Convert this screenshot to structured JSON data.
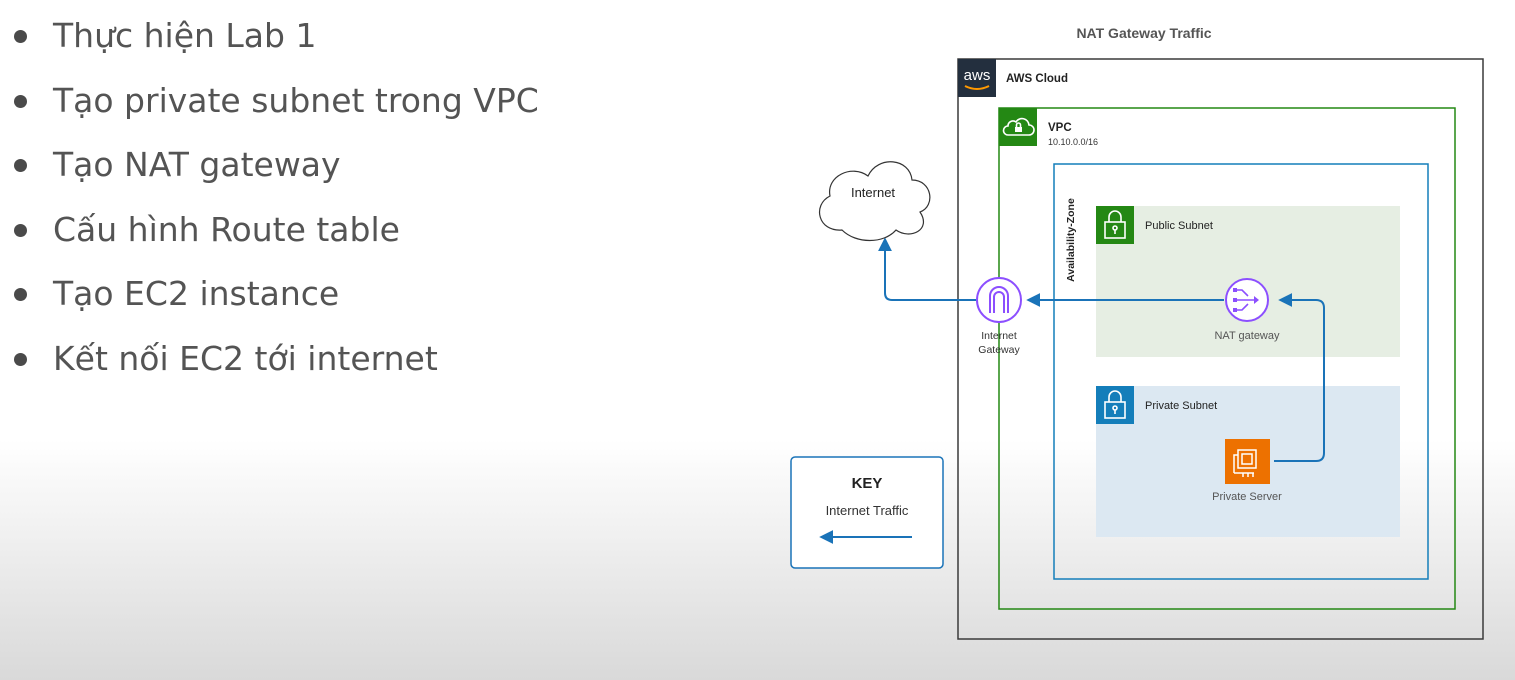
{
  "bullets": [
    "Thực hiện Lab 1",
    "Tạo private subnet trong VPC",
    "Tạo NAT gateway",
    "Cấu hình Route table",
    "Tạo EC2 instance",
    "Kết nối EC2 tới internet"
  ],
  "diagram": {
    "title": "NAT Gateway Traffic",
    "aws_logo": "aws",
    "aws_cloud_label": "AWS Cloud",
    "vpc_label": "VPC",
    "vpc_cidr": "10.10.0.0/16",
    "availability_zone_label": "Availability-Zone",
    "public_subnet_label": "Public Subnet",
    "private_subnet_label": "Private Subnet",
    "internet_label": "Internet",
    "internet_gateway_label": [
      "Internet",
      "Gateway"
    ],
    "nat_gateway_label": "NAT gateway",
    "private_server_label": "Private Server",
    "key_title": "KEY",
    "key_item_label": "Internet Traffic"
  },
  "colors": {
    "bullet_text": "#545454",
    "aws_dark": "#232f3e",
    "vpc_green": "#248814",
    "az_blue": "#147eba",
    "public_subnet_bg": "#e6eee3",
    "private_subnet_bg": "#dce8f2",
    "traffic_blue": "#1a73b8",
    "nat_purple": "#8c4fff",
    "ec2_orange": "#ed7100"
  }
}
